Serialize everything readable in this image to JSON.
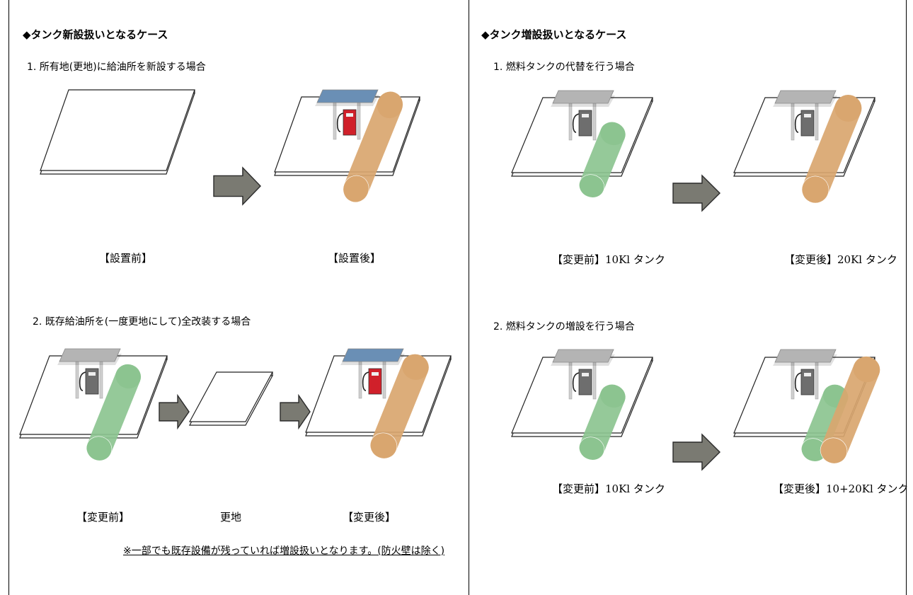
{
  "left": {
    "heading": "◆タンク新設扱いとなるケース",
    "case1": {
      "title": "1. 所有地(更地)に給油所を新設する場合",
      "before_label": "【設置前】",
      "after_label": "【設置後】"
    },
    "case2": {
      "title": "2. 既存給油所を(一度更地にして)全改装する場合",
      "before_label": "【変更前】",
      "middle_label": "更地",
      "after_label": "【変更後】"
    },
    "note": "※一部でも既存設備が残っていれば増設扱いとなります。(防火壁は除く)"
  },
  "right": {
    "heading": "◆タンク増設扱いとなるケース",
    "case1": {
      "title": "1. 燃料タンクの代替を行う場合",
      "before_label": "【変更前】10Kl タンク",
      "after_label": "【変更後】20Kl タンク"
    },
    "case2": {
      "title": "2. 燃料タンクの増設を行う場合",
      "before_label": "【変更前】10Kl タンク",
      "after_label": "【変更後】10+20Kl タンク"
    }
  },
  "colors": {
    "canopy_new": "#6a8fb5",
    "canopy_old": "#b4b4b4",
    "pump_new": "#d0202a",
    "pump_old": "#6e6e6e",
    "tank_new": "#d9a66f",
    "tank_old": "#8cc490",
    "arrow": "#7a7a72"
  }
}
